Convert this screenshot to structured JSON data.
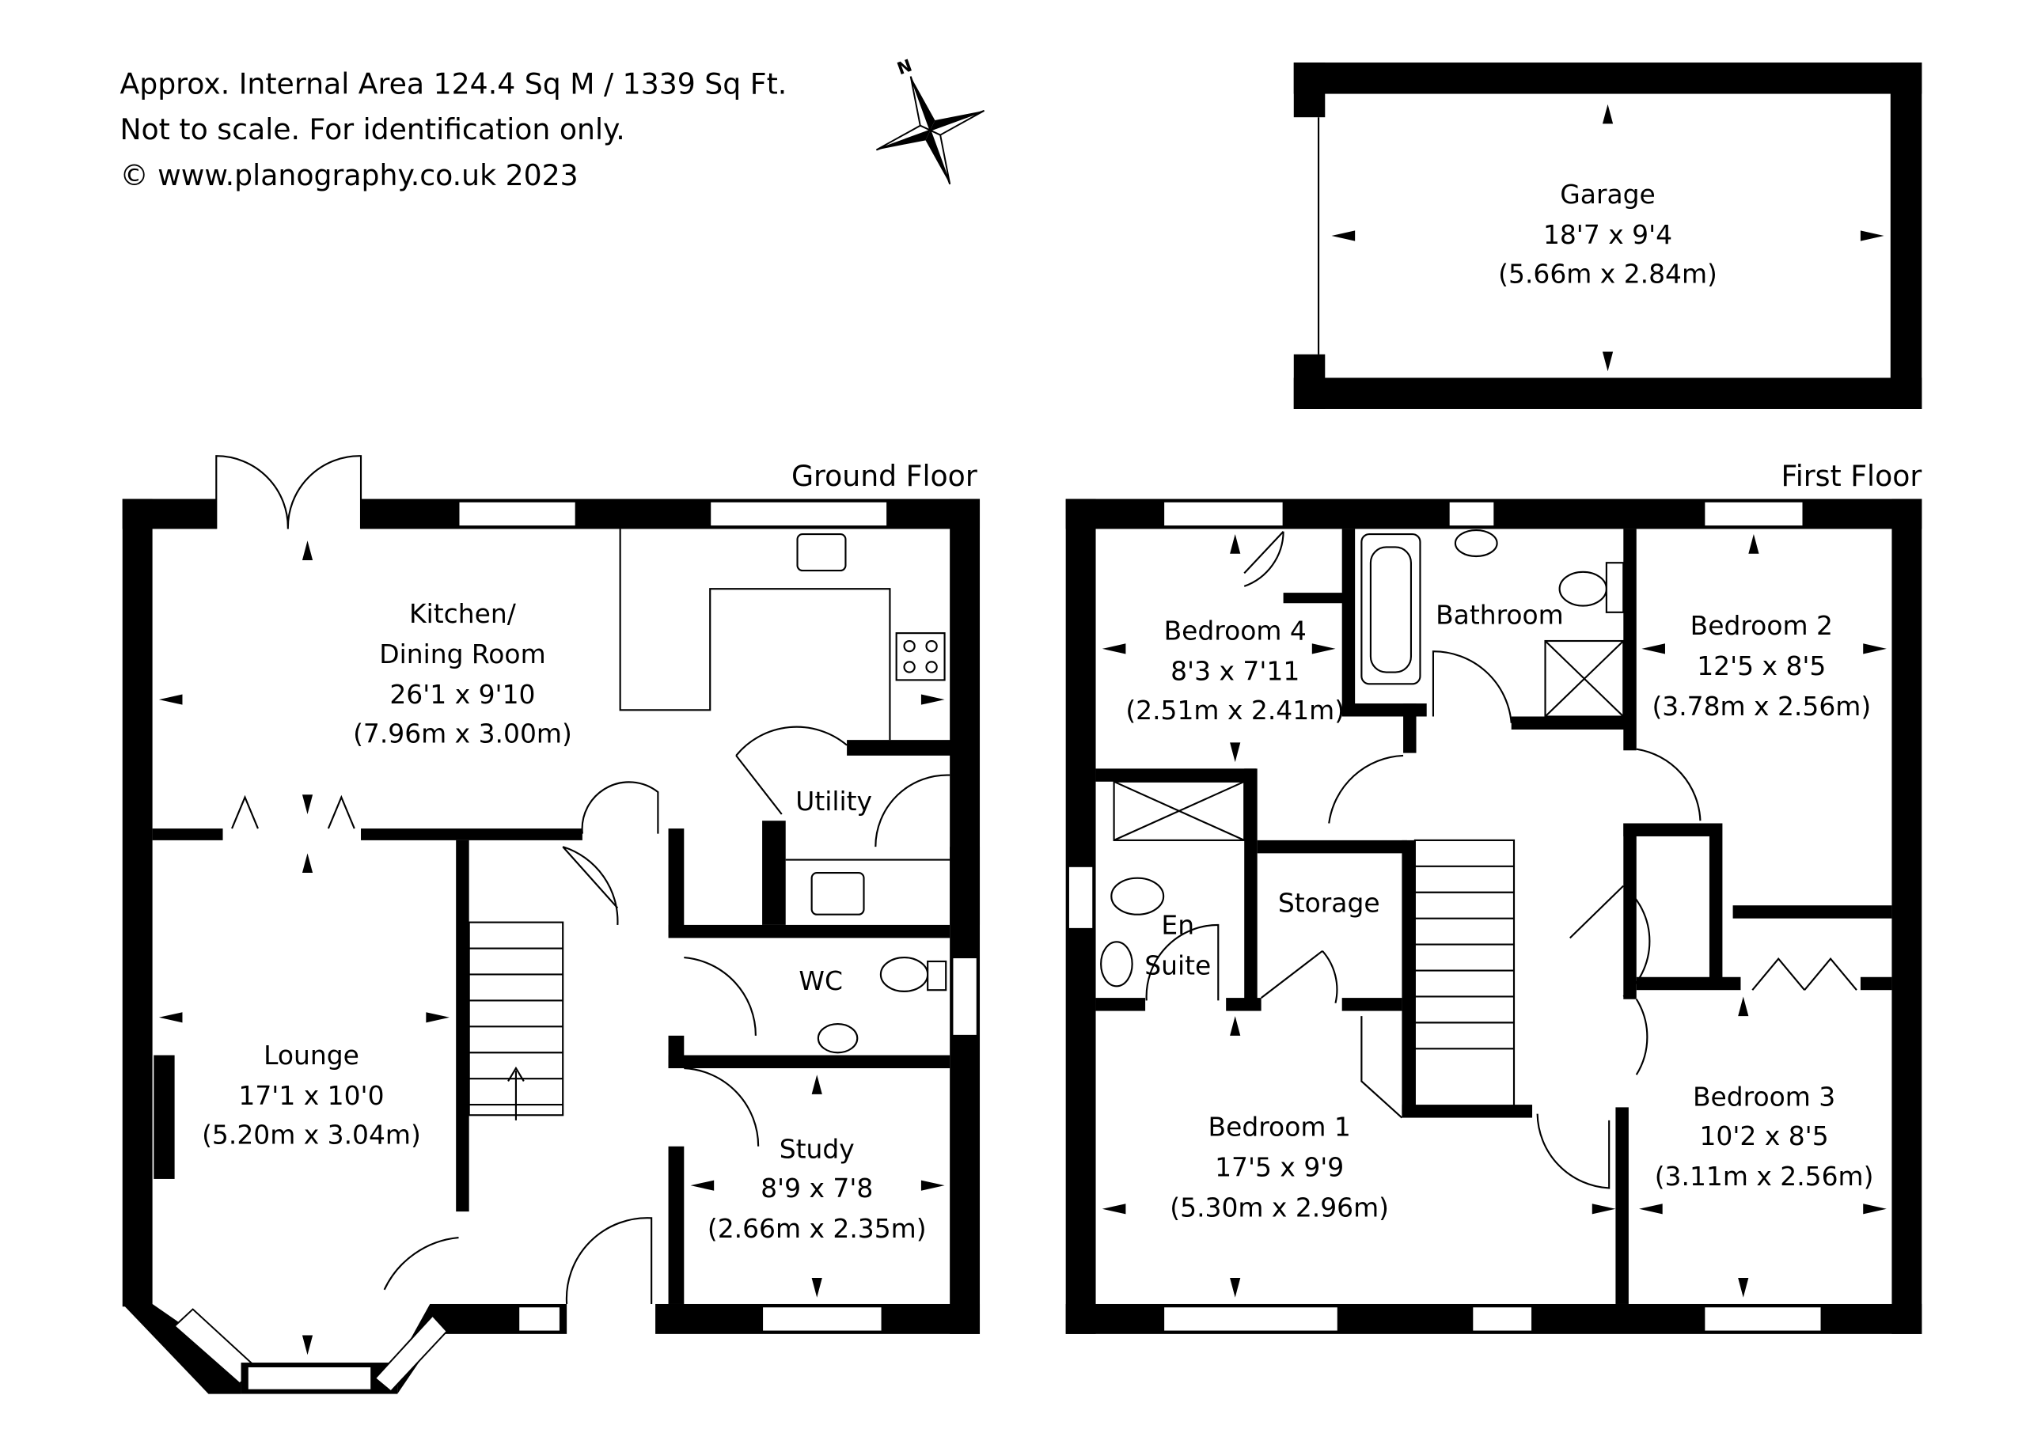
{
  "header": {
    "area": "Approx. Internal Area 124.4 Sq M / 1339 Sq Ft.",
    "disclaimer": "Not to scale. For identification only.",
    "copyright": "© www.planography.co.uk 2023"
  },
  "compass": {
    "label": "N",
    "icon": "north-arrow-compass-icon"
  },
  "floors": {
    "ground": "Ground Floor",
    "first": "First Floor"
  },
  "rooms": {
    "garage": {
      "name": "Garage",
      "imperial": "18'7 x 9'4",
      "metric": "(5.66m x 2.84m)"
    },
    "kitchen": {
      "name1": "Kitchen/",
      "name2": "Dining Room",
      "imperial": "26'1 x 9'10",
      "metric": "(7.96m x 3.00m)"
    },
    "utility": {
      "name": "Utility"
    },
    "wc": {
      "name": "WC"
    },
    "lounge": {
      "name": "Lounge",
      "imperial": "17'1 x 10'0",
      "metric": "(5.20m x 3.04m)"
    },
    "study": {
      "name": "Study",
      "imperial": "8'9 x 7'8",
      "metric": "(2.66m x 2.35m)"
    },
    "bedroom4": {
      "name": "Bedroom 4",
      "imperial": "8'3 x 7'11",
      "metric": "(2.51m x 2.41m)"
    },
    "bathroom": {
      "name": "Bathroom"
    },
    "bedroom2": {
      "name": "Bedroom 2",
      "imperial": "12'5 x 8'5",
      "metric": "(3.78m x 2.56m)"
    },
    "storage": {
      "name": "Storage"
    },
    "ensuite": {
      "name1": "En",
      "name2": "Suite"
    },
    "bedroom1": {
      "name": "Bedroom 1",
      "imperial": "17'5 x 9'9",
      "metric": "(5.30m x 2.96m)"
    },
    "bedroom3": {
      "name": "Bedroom 3",
      "imperial": "10'2 x 8'5",
      "metric": "(3.11m x 2.56m)"
    }
  }
}
